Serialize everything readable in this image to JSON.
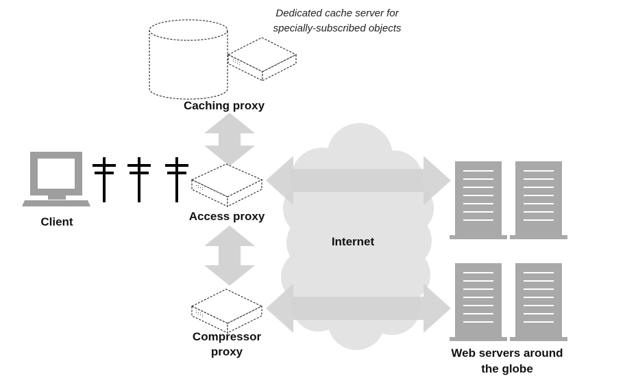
{
  "labels": {
    "annotation_line1": "Dedicated cache server for",
    "annotation_line2": "specially-subscribed objects",
    "caching_proxy": "Caching proxy",
    "client": "Client",
    "access_proxy": "Access proxy",
    "internet": "Internet",
    "compressor_line1": "Compressor",
    "compressor_line2": "proxy",
    "web_servers_line1": "Web servers around",
    "web_servers_line2": "the globe"
  },
  "colors": {
    "arrow": "#d3d3d3",
    "cloud": "#e3e3e3",
    "server": "#a9a9a9",
    "monitor": "#9e9e9e",
    "ink": "#111111"
  }
}
